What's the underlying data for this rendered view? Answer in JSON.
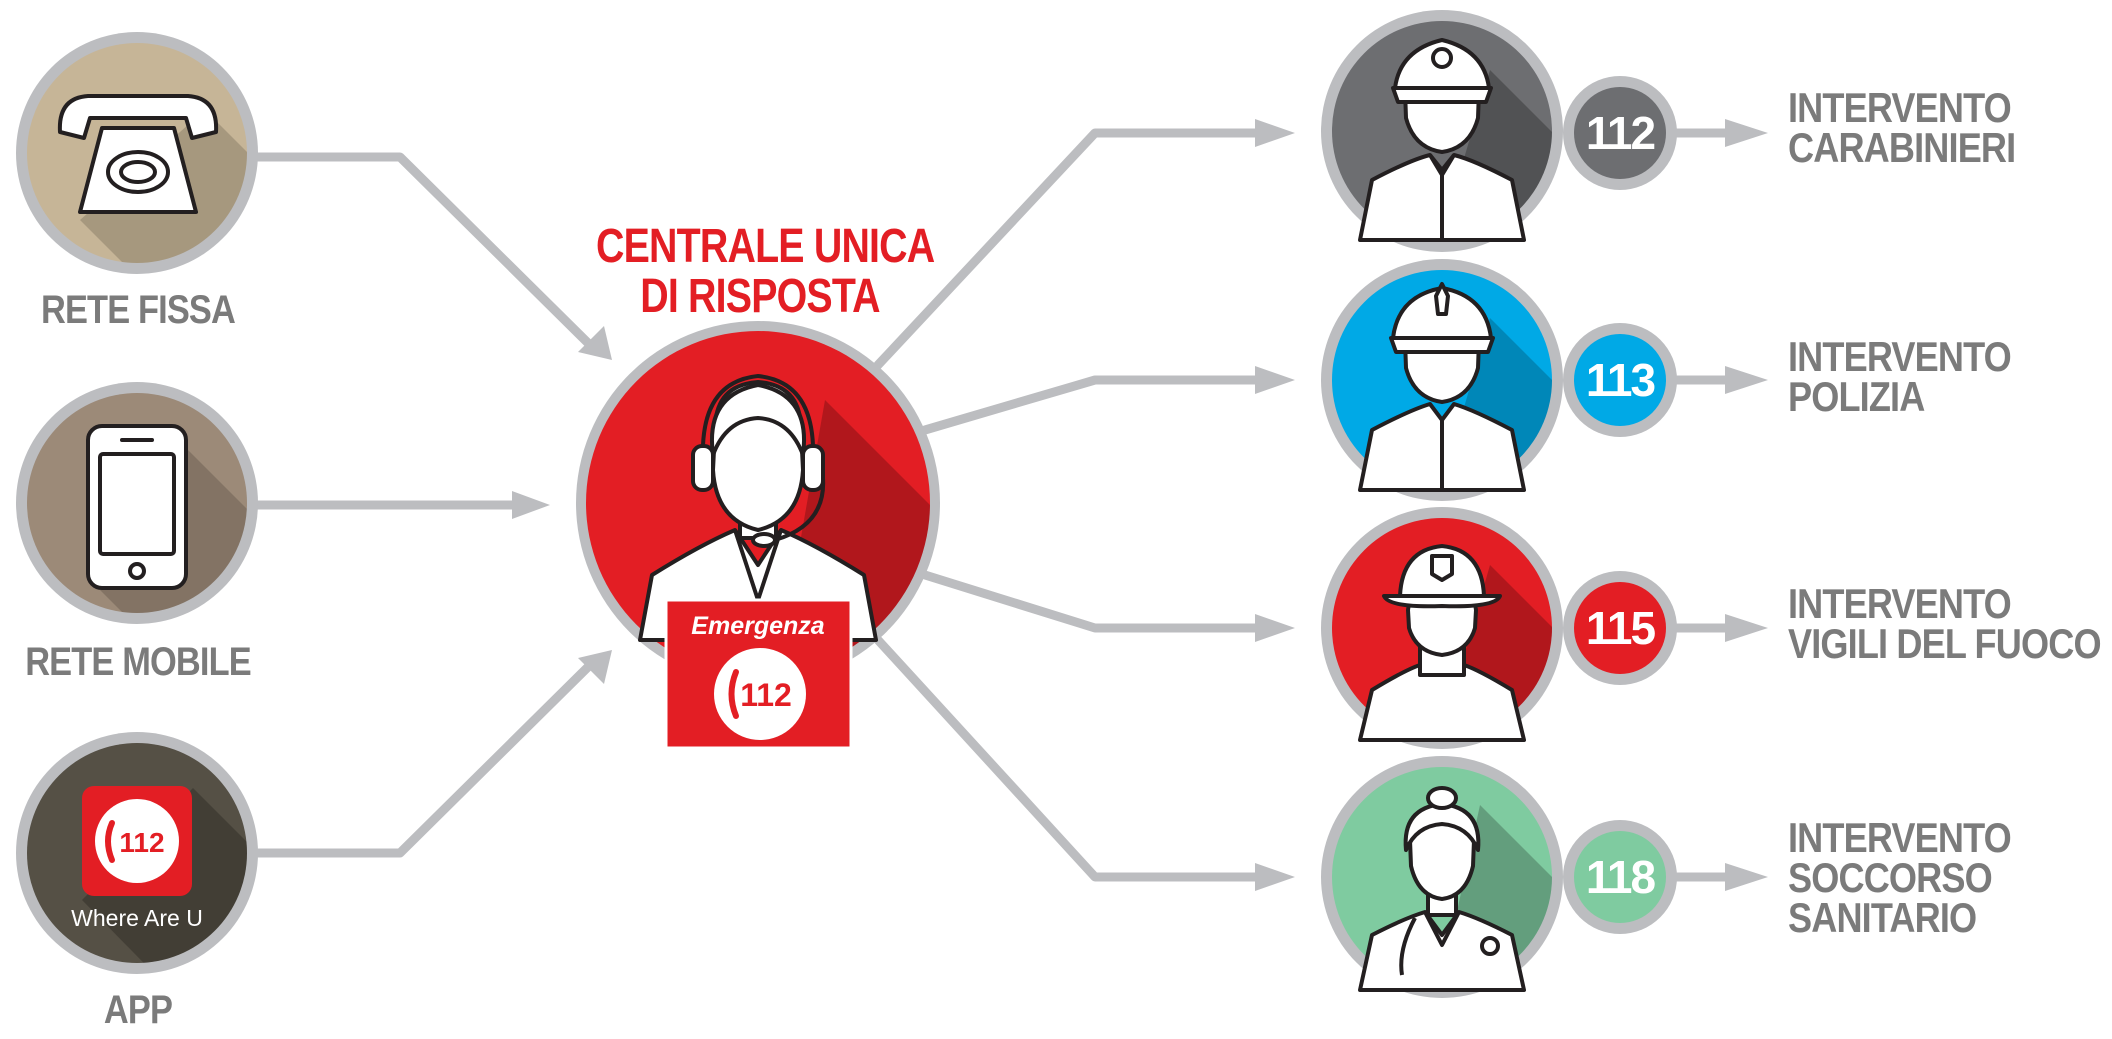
{
  "center": {
    "title_line1": "CENTRALE UNICA",
    "title_line2": "DI RISPOSTA",
    "sign_label": "Emergenza",
    "sign_number": "112",
    "color": "#e31e24"
  },
  "sources": [
    {
      "label": "RETE FISSA",
      "icon": "telephone-icon",
      "color": "#c6b597"
    },
    {
      "label": "RETE MOBILE",
      "icon": "smartphone-icon",
      "color": "#9c8a78"
    },
    {
      "label": "APP",
      "icon": "app-icon",
      "color": "#555045",
      "app_number": "112",
      "app_caption": "Where Are U"
    }
  ],
  "services": [
    {
      "number": "112",
      "label_line1": "INTERVENTO",
      "label_line2": "CARABINIERI",
      "label_line3": "",
      "icon": "carabiniere-icon",
      "color": "#6d6e71"
    },
    {
      "number": "113",
      "label_line1": "INTERVENTO",
      "label_line2": "POLIZIA",
      "label_line3": "",
      "icon": "police-officer-icon",
      "color": "#00a9e6"
    },
    {
      "number": "115",
      "label_line1": "INTERVENTO",
      "label_line2": "VIGILI DEL FUOCO",
      "label_line3": "",
      "icon": "firefighter-icon",
      "color": "#e31e24"
    },
    {
      "number": "118",
      "label_line1": "INTERVENTO",
      "label_line2": "SOCCORSO",
      "label_line3": "SANITARIO",
      "icon": "nurse-icon",
      "color": "#7fcba0"
    }
  ]
}
